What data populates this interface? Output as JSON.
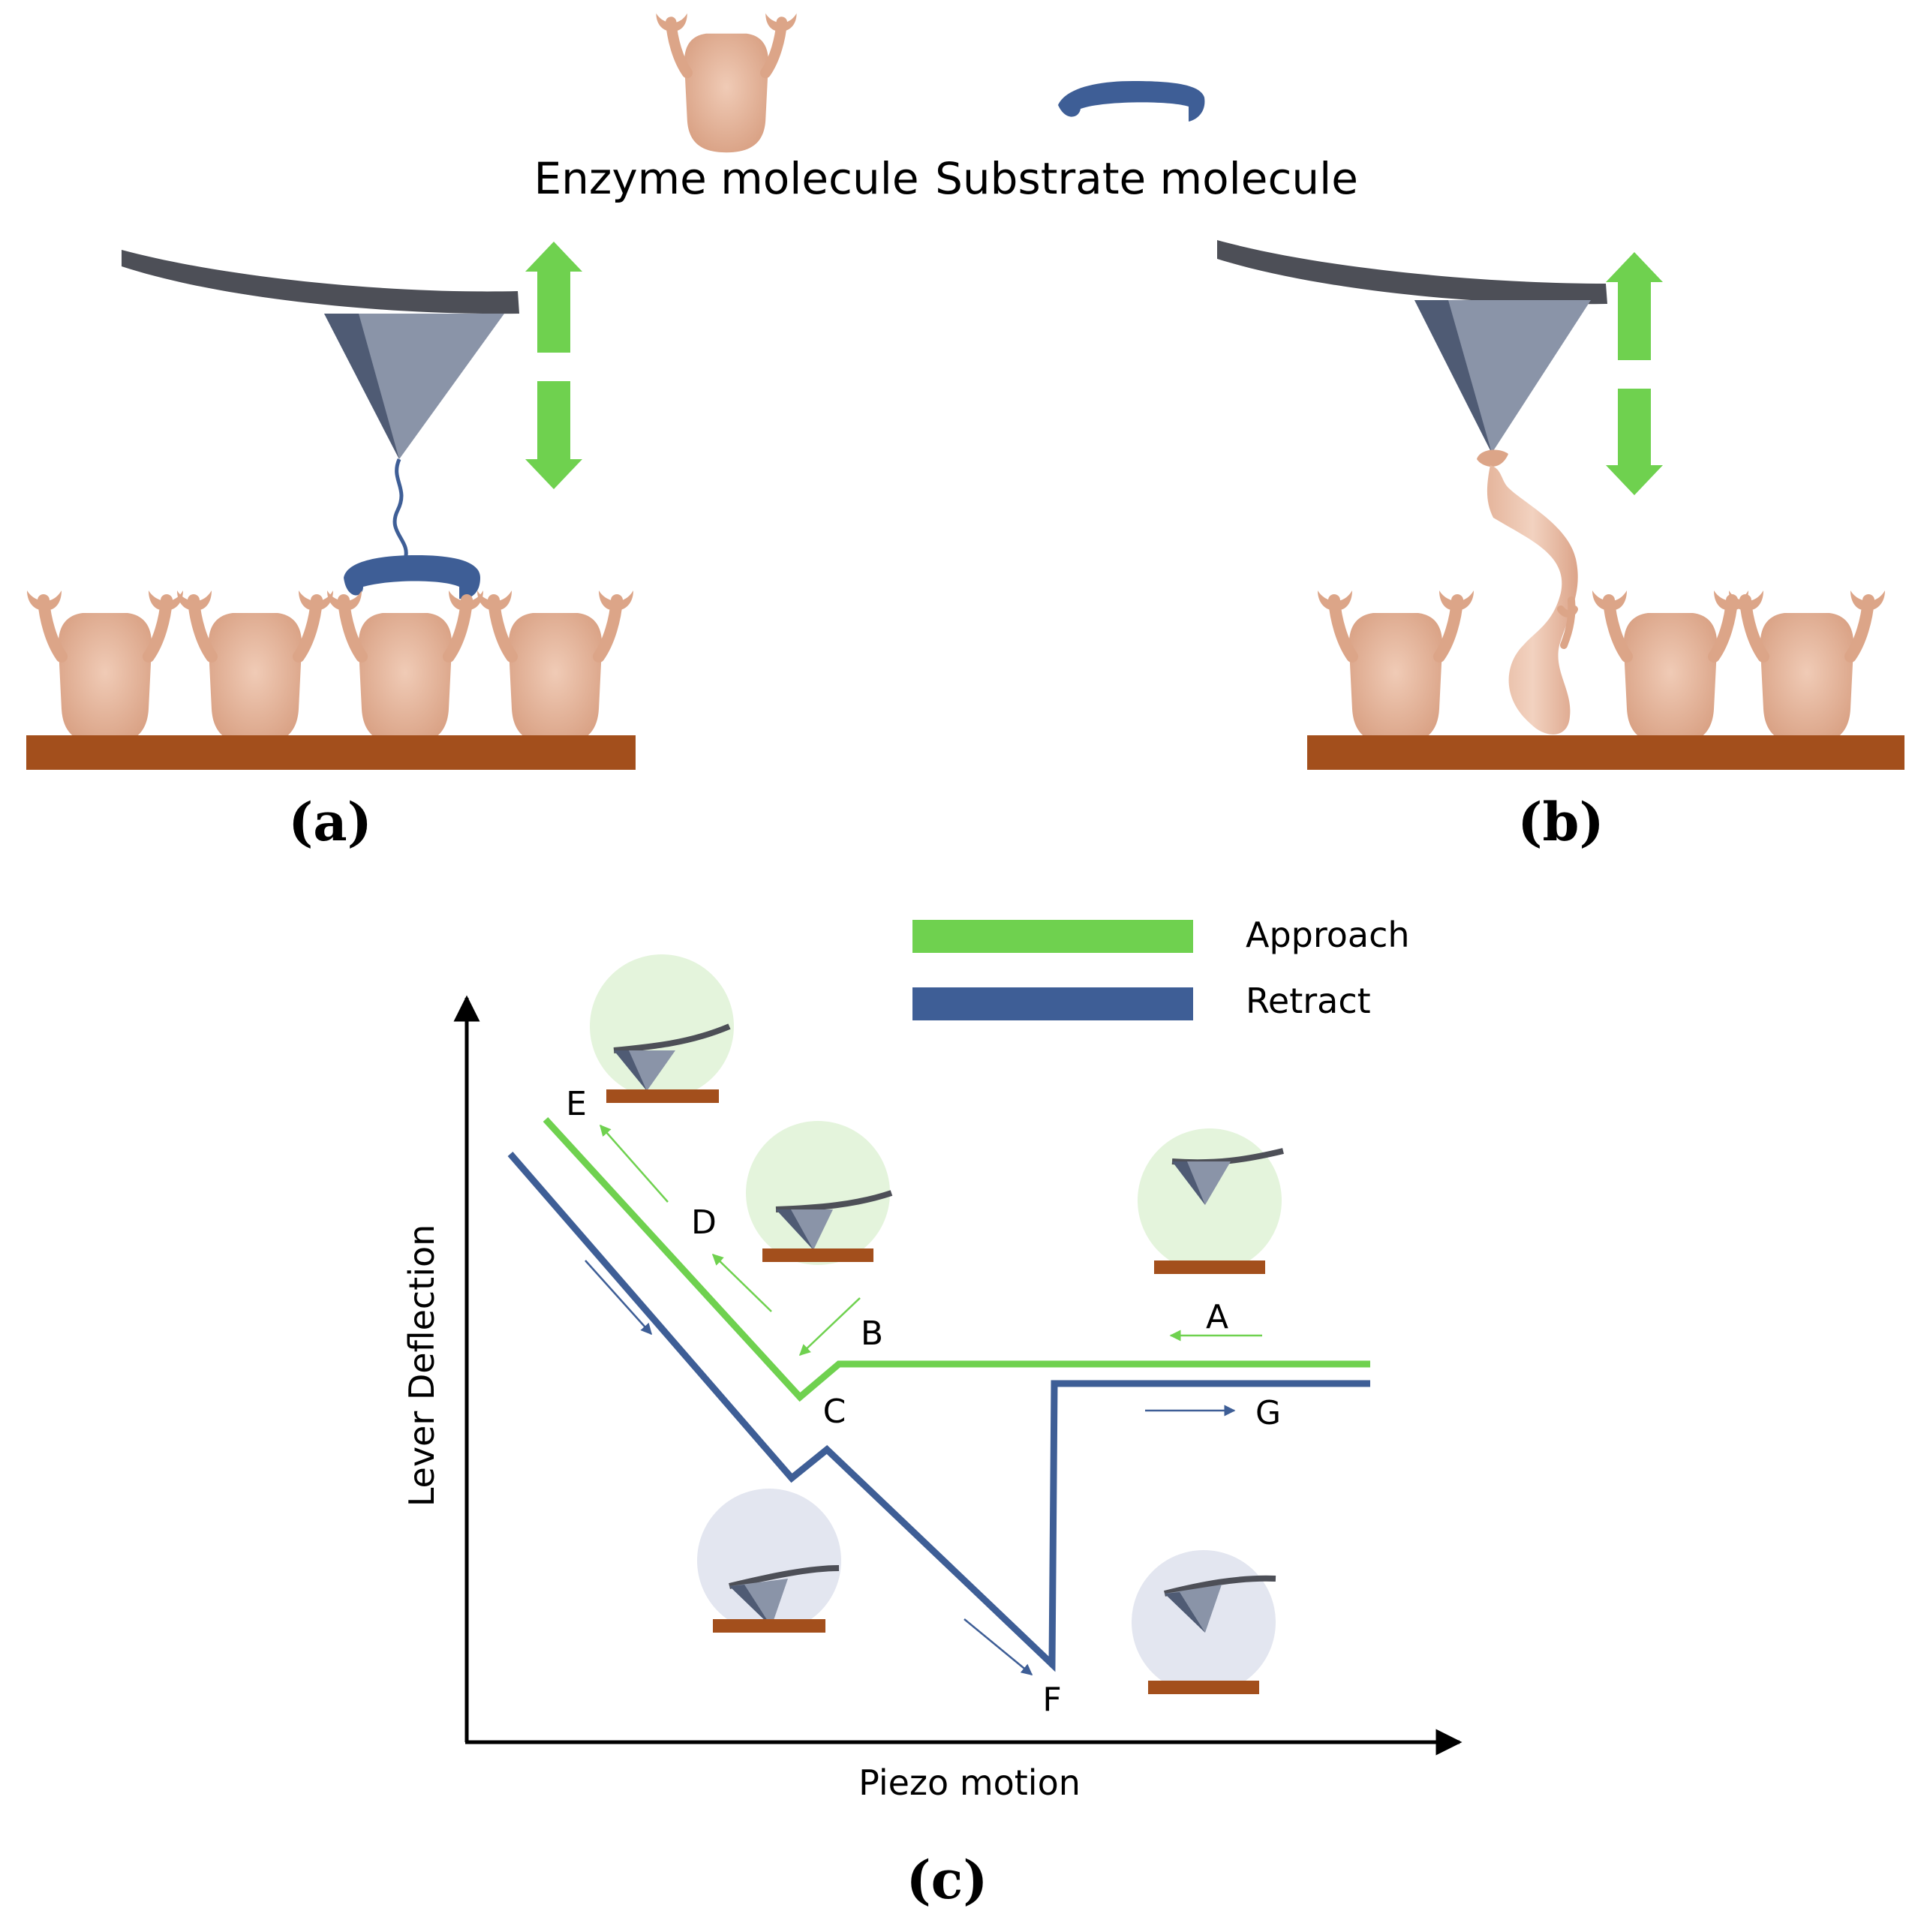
{
  "legend_top": {
    "enzyme_label": "Enzyme molecule",
    "substrate_label": "Substrate molecule"
  },
  "panels": {
    "a_label": "(a)",
    "b_label": "(b)",
    "c_label": "(c)"
  },
  "graph": {
    "y_axis_label": "Lever Deflection",
    "x_axis_label": "Piezo motion",
    "legend": [
      {
        "label": "Approach",
        "color": "#6fd14f"
      },
      {
        "label": "Retract",
        "color": "#3e5e96"
      }
    ],
    "points": {
      "A": "A",
      "B": "B",
      "C": "C",
      "D": "D",
      "E": "E",
      "F": "F",
      "G": "G"
    }
  },
  "colors": {
    "enzyme": "#e8b49a",
    "substrate": "#3e5e96",
    "surface": "#a34f1c",
    "cantilever": "#4d4f57",
    "tip_light": "#8a94a8",
    "tip_dark": "#4f5b74",
    "arrow_green": "#6fd14f",
    "approach": "#6fd14f",
    "retract": "#3e5e96",
    "circle_green": "#e4f4dc",
    "circle_blue": "#e3e6f0"
  }
}
